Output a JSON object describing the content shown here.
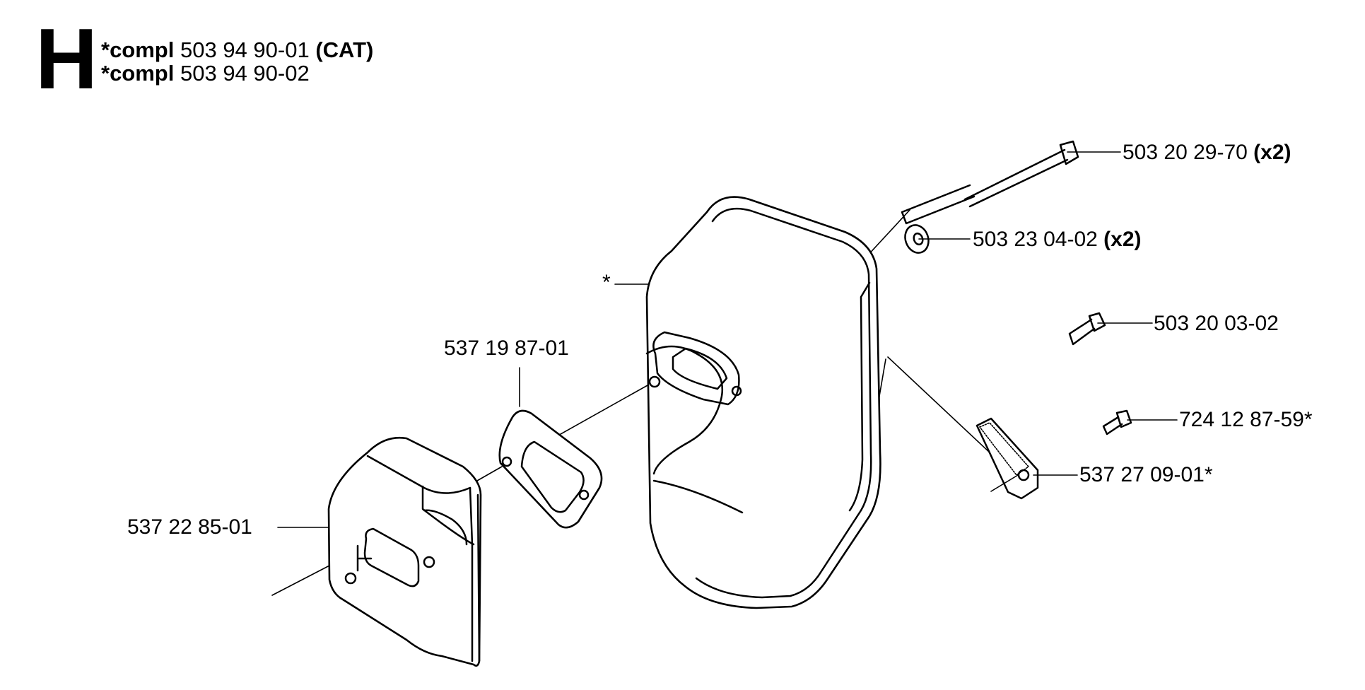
{
  "section": {
    "letter": "H"
  },
  "header": {
    "line1": {
      "prefix": "*compl",
      "number": "503 94 90-01",
      "suffix": "(CAT)"
    },
    "line2": {
      "prefix": "*compl",
      "number": "503 94 90-02"
    }
  },
  "parts": {
    "bolt_long": {
      "number": "503 20 29-70",
      "qty": "(x2)"
    },
    "washer": {
      "number": "503 23 04-02",
      "qty": "(x2)"
    },
    "muffler": {
      "number": "*"
    },
    "screw": {
      "number": "503 20 03-02"
    },
    "gasket": {
      "number": "537 19 87-01"
    },
    "screw_small": {
      "number": "724 12 87-59*"
    },
    "spark_screen": {
      "number": "537 27 09-01*"
    },
    "heat_shield": {
      "number": "537 22 85-01"
    }
  }
}
